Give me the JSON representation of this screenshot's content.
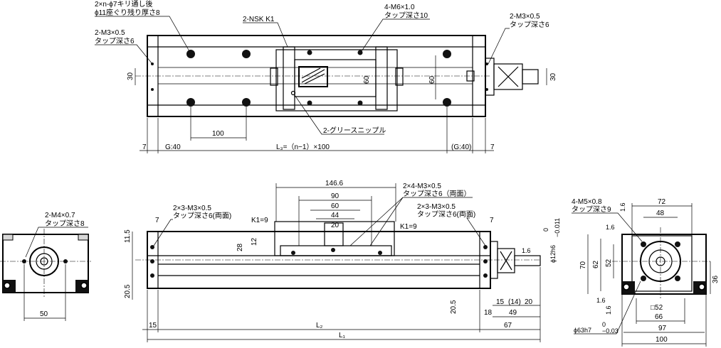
{
  "top_view": {
    "note_holes_line1": "2×n-ϕ7キリ通し後",
    "note_holes_line2": "ϕ11座ぐり残り厚さ8",
    "note_m3_left_line1": "2-M3×0.5",
    "note_m3_left_line2": "タップ深さ6",
    "note_nsk": "2-NSK K1",
    "note_m6_line1": "4-M6×1.0",
    "note_m6_line2": "タップ深さ10",
    "note_m3_right_line1": "2-M3×0.5",
    "note_m3_right_line2": "タップ深さ6",
    "note_grease": "2-グリースニップル",
    "dim_30_left": "30",
    "dim_60_carriage": "60",
    "dim_60_right": "60",
    "dim_30_right": "30",
    "dim_100": "100",
    "dim_7_left": "7",
    "dim_g40_left": "G:40",
    "dim_l3": "L₃=（n−1）×100",
    "dim_g40_right": "(G:40)",
    "dim_7_right": "7"
  },
  "front_view": {
    "dim_146_6": "146.6",
    "dim_90": "90",
    "dim_60": "60",
    "dim_44": "44",
    "dim_20": "20",
    "note_4m3_line1": "2×4-M3×0.5",
    "note_4m3_line2": "タップ深さ6（両面）",
    "note_3m3_left_line1": "2×3-M3×0.5",
    "note_3m3_left_line2": "タップ深さ6(両面)",
    "note_3m3_right_line1": "2×3-M3×0.5",
    "note_3m3_right_line2": "タップ深さ6(両面)",
    "dim_k1_left": "K1=9",
    "dim_k1_right": "K1=9",
    "dim_7_left": "7",
    "dim_7_right": "7",
    "dim_11_5": "11.5",
    "dim_28": "28",
    "dim_12": "12",
    "dim_20_5_left": "20.5",
    "dim_20_5_right": "20.5",
    "dim_phi12_base": "ϕ12h6",
    "dim_phi12_tol_upper": "0",
    "dim_phi12_tol_lower": "−0.011",
    "dim_1_6": "1.6",
    "dim_15_left": "15",
    "dim_l2": "L₂",
    "dim_l1": "L₁",
    "dim_15_mid": "15",
    "dim_14": "(14)",
    "dim_20_end": "20",
    "dim_18": "18",
    "dim_49": "49",
    "dim_67": "67"
  },
  "left_end_view": {
    "note_m4_line1": "2-M4×0.7",
    "note_m4_line2": "タップ深さ8",
    "dim_50": "50"
  },
  "right_end_view": {
    "note_m5_line1": "4-M5×0.8",
    "note_m5_line2": "タップ深さ9",
    "dim_72": "72",
    "dim_48": "48",
    "dim_1_6_a": "1.6",
    "dim_1_6_b": "1.6",
    "dim_1_6_c": "1.6",
    "dim_1_6_d": "1.6",
    "dim_70": "70",
    "dim_62": "62",
    "dim_52_vert": "52",
    "dim_36": "36",
    "dim_52_sq": "□52",
    "dim_66": "66",
    "dim_phi63_base": "ϕ63h7",
    "dim_phi63_tol_upper": "0",
    "dim_phi63_tol_lower": "−0.03",
    "dim_97": "97",
    "dim_100": "100"
  }
}
